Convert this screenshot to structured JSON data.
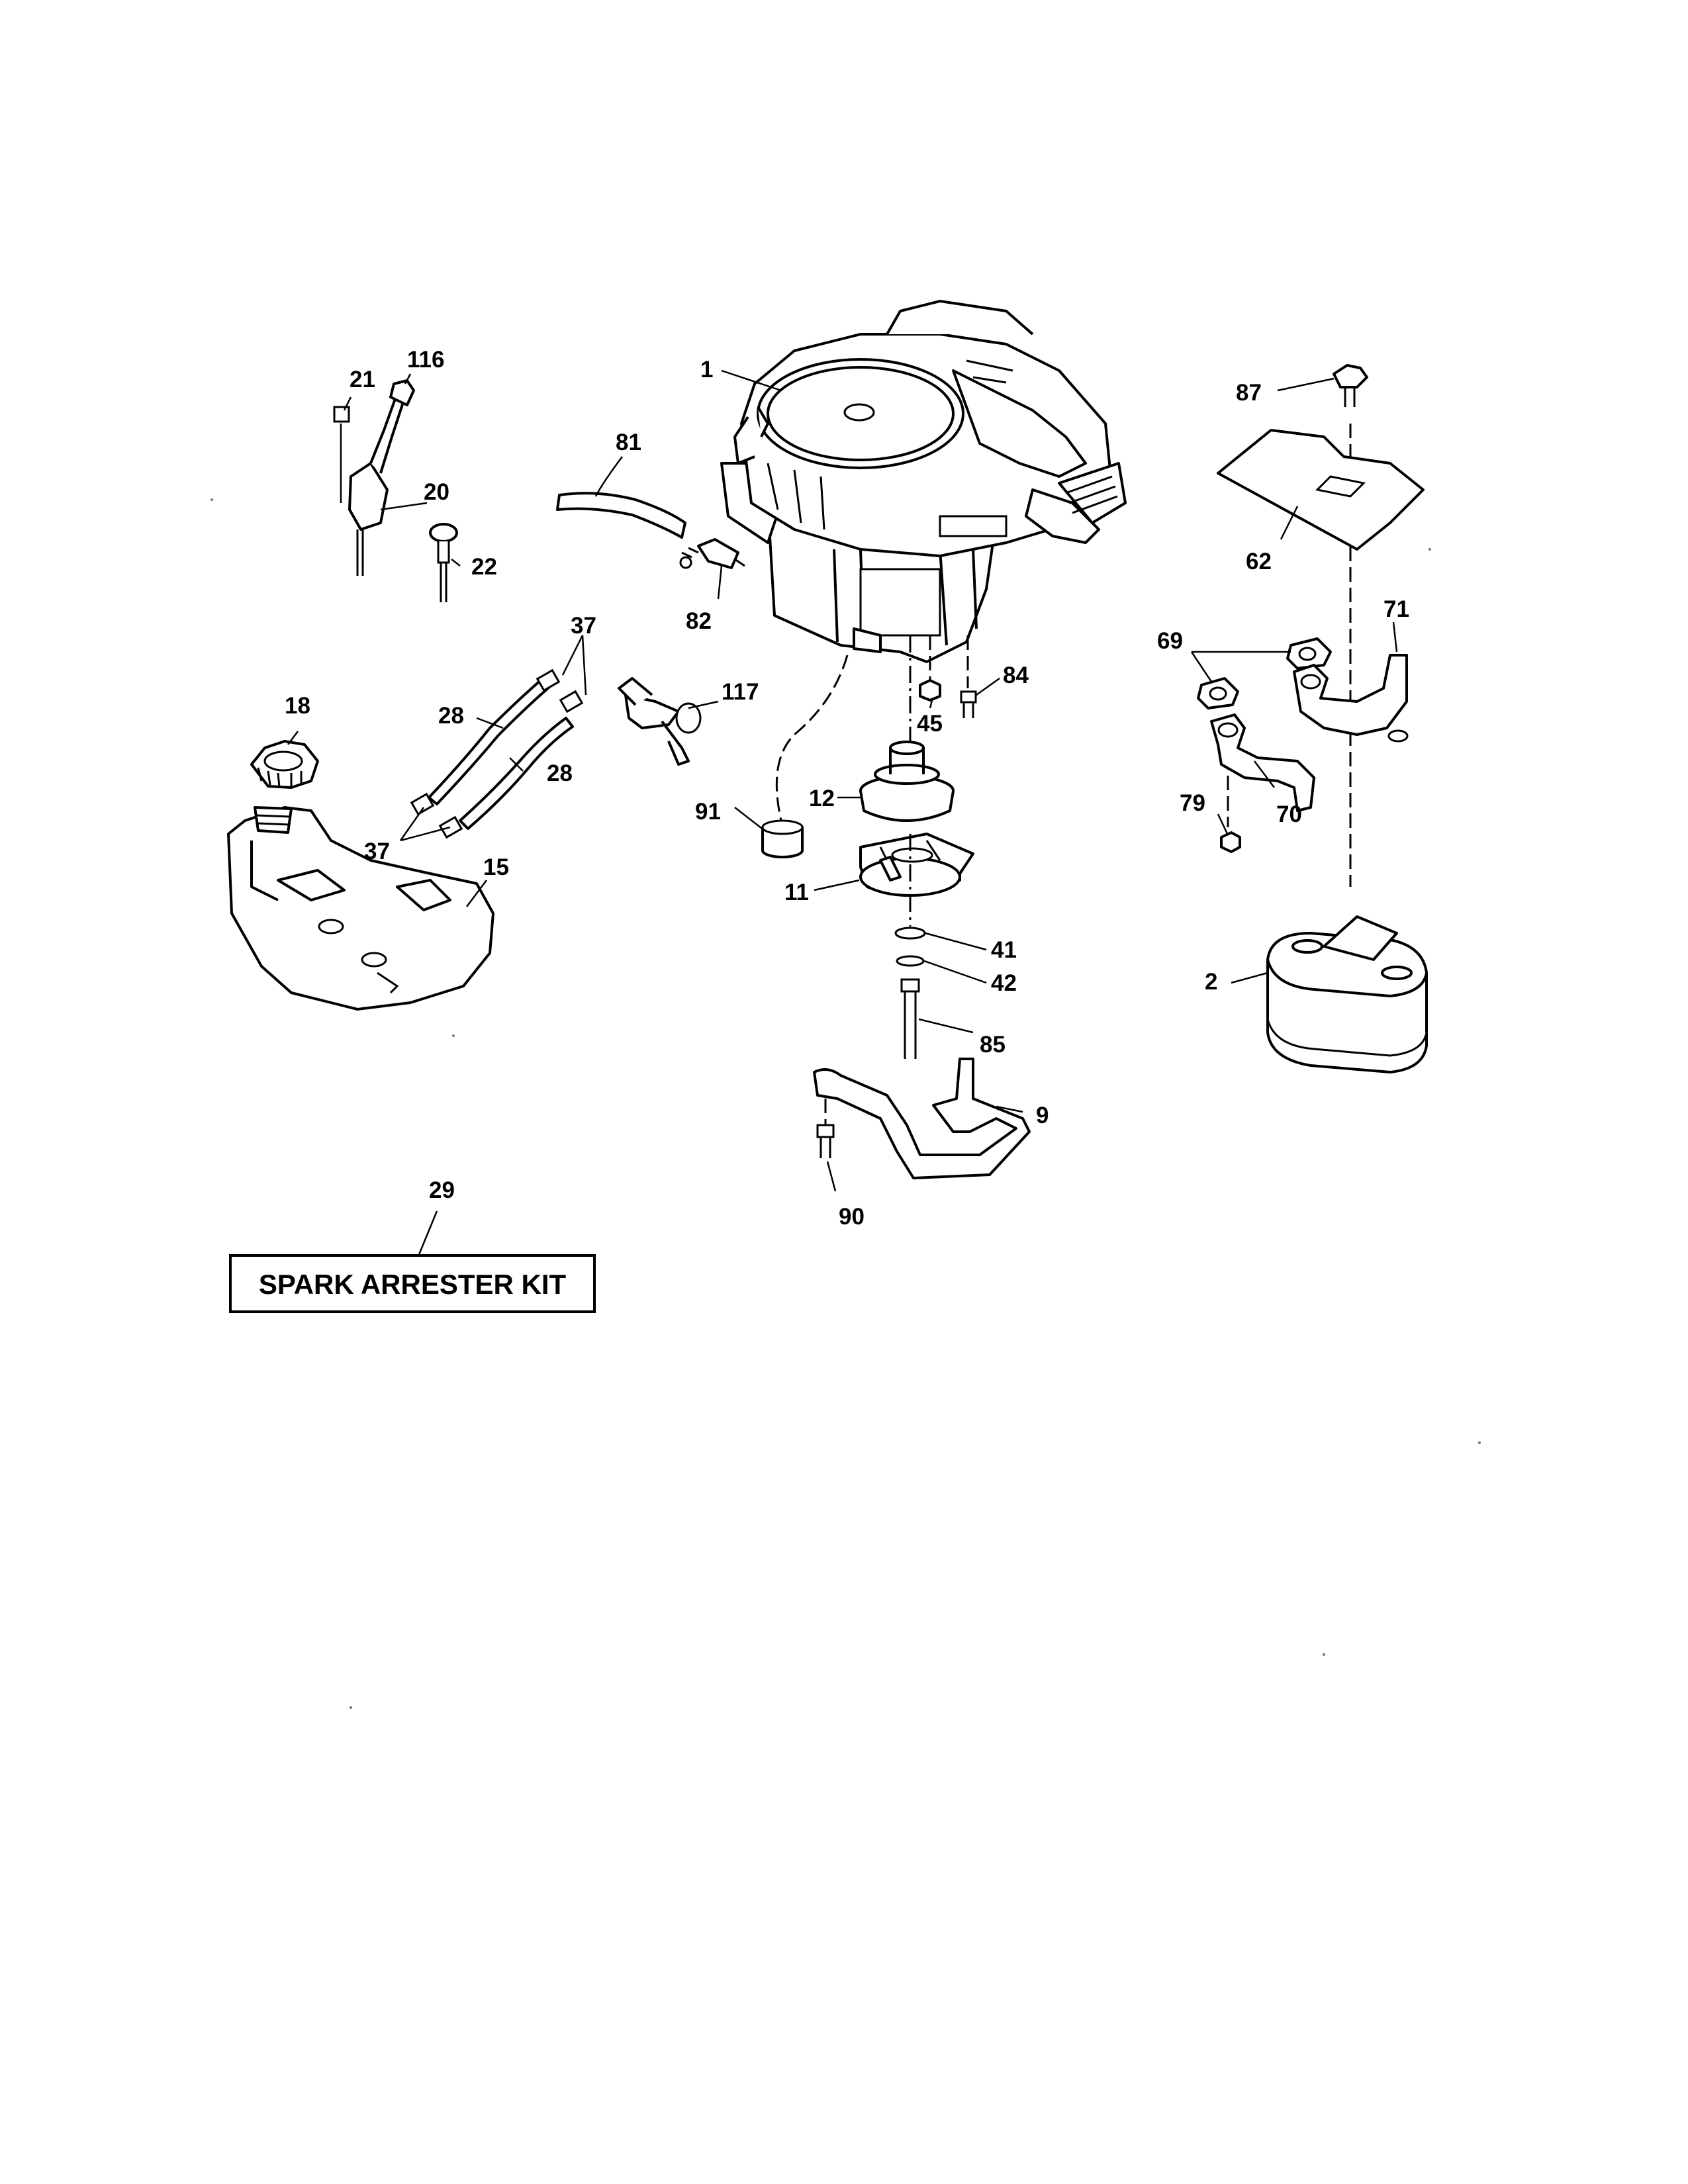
{
  "labels": {
    "p1": "1",
    "p2": "2",
    "p9": "9",
    "p11": "11",
    "p12": "12",
    "p15": "15",
    "p18": "18",
    "p20": "20",
    "p21": "21",
    "p22": "22",
    "p28a": "28",
    "p28b": "28",
    "p29": "29",
    "p37a": "37",
    "p37b": "37",
    "p41": "41",
    "p42": "42",
    "p45": "45",
    "p62": "62",
    "p69": "69",
    "p70": "70",
    "p71": "71",
    "p79": "79",
    "p81": "81",
    "p82": "82",
    "p84": "84",
    "p85": "85",
    "p87": "87",
    "p90": "90",
    "p91": "91",
    "p116": "116",
    "p117": "117"
  },
  "kit_box": {
    "text": "SPARK ARRESTER KIT"
  }
}
